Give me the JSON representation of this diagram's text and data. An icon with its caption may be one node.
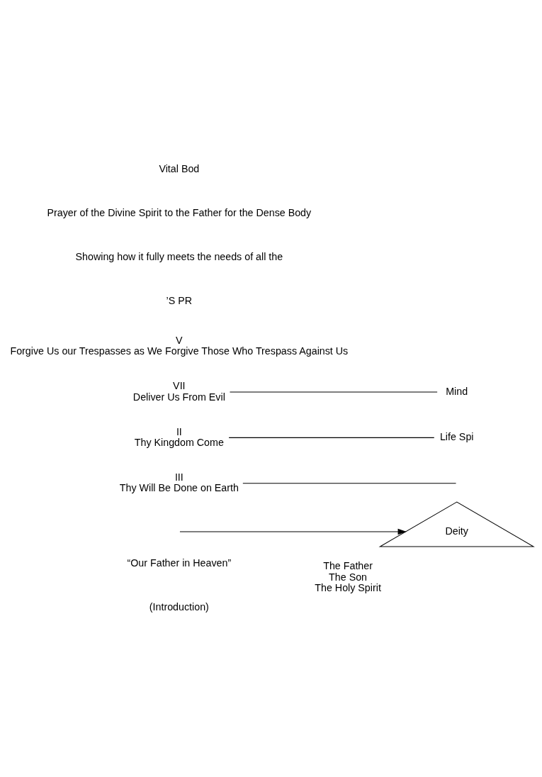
{
  "diagram": {
    "nodes": [
      {
        "text": [
          "(Introduction)"
        ]
      },
      {
        "text": [
          "“Our Father in Heaven”"
        ]
      },
      {
        "text": [
          "Deity"
        ],
        "beside": [
          "The Father",
          "The Son",
          "The Holy Spirit"
        ]
      },
      {
        "text": [
          "III",
          "Thy Will Be Done on Earth"
        ]
      },
      {
        "text": [
          "II",
          "Thy Kingdom Come"
        ]
      },
      {
        "text": [
          "Life Spi"
        ]
      },
      {
        "text": [
          "VII",
          "Deliver Us From Evil"
        ]
      },
      {
        "text": [
          "Mind"
        ]
      },
      {
        "text": [
          "V",
          "Forgive Us our Trespasses as We Forgive Those Who Trespass Against Us"
        ]
      }
    ],
    "edges": [
      {
        "from": null,
        "to": 2,
        "arrow": "to"
      },
      {
        "from": 3,
        "to": null,
        "arrow": "none"
      },
      {
        "from": 4,
        "to": 5,
        "arrow": "none"
      },
      {
        "from": 6,
        "to": 7,
        "arrow": "none"
      }
    ],
    "labels": [
      "’S PR",
      "Showing how it fully meets the needs of all the",
      "Prayer of the Divine Spirit to the Father for the Dense Body",
      "Vital Bod"
    ]
  }
}
